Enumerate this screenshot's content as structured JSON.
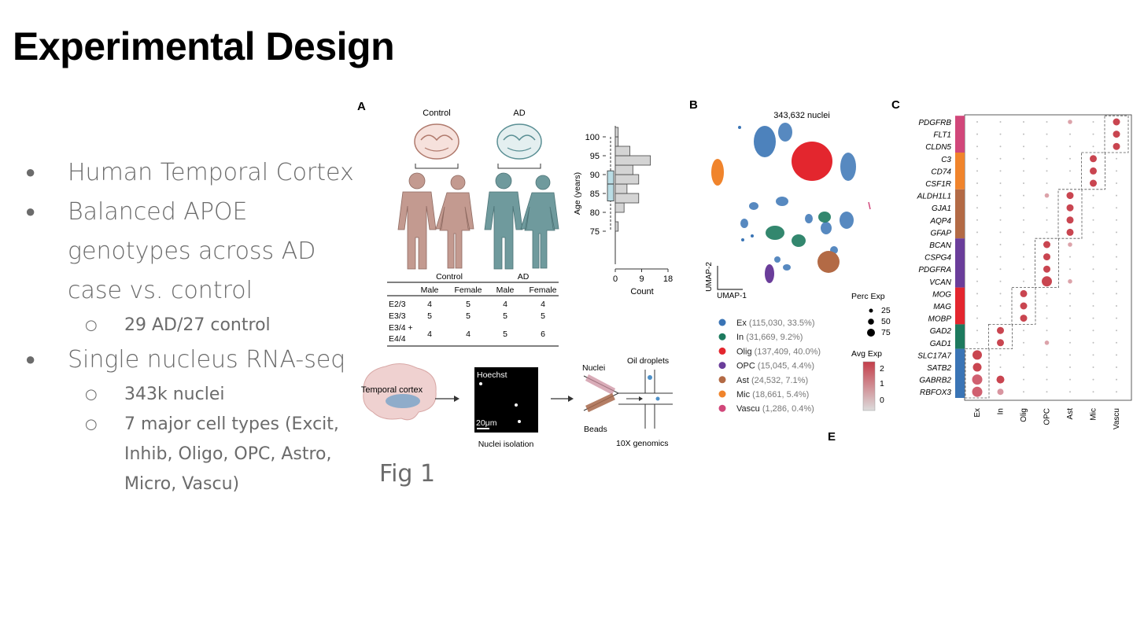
{
  "title": "Experimental Design",
  "bullets": [
    {
      "text": "Human Temporal Cortex",
      "sub": []
    },
    {
      "text_lines": [
        "Balanced APOE",
        "genotypes across AD",
        "case vs. control"
      ],
      "sub": [
        "29 AD/27 control"
      ]
    },
    {
      "text": "Single nucleus RNA-seq",
      "sub_lines": [
        [
          "343k nuclei"
        ],
        [
          "7 major cell types (Excit,",
          "Inhib, Oligo, OPC, Astro,",
          "Micro, Vascu)"
        ]
      ]
    }
  ],
  "figure_caption": "Fig 1",
  "panelA": {
    "label": "A",
    "control_label": "Control",
    "ad_label": "AD",
    "table": {
      "group_headers": [
        "Control",
        "AD"
      ],
      "col_headers": [
        "Male",
        "Female",
        "Male",
        "Female"
      ],
      "rows": [
        {
          "label": "E2/3",
          "values": [
            "4",
            "5",
            "4",
            "4"
          ]
        },
        {
          "label": "E3/3",
          "values": [
            "5",
            "5",
            "5",
            "5"
          ]
        },
        {
          "label_lines": [
            "E3/4 +",
            "E4/4"
          ],
          "values": [
            "4",
            "4",
            "5",
            "6"
          ]
        }
      ]
    },
    "histogram": {
      "ylabel": "Age (years)",
      "xlabel": "Count",
      "yticks": [
        "100",
        "95",
        "90",
        "85",
        "80",
        "75"
      ],
      "xticks": [
        "0",
        "9",
        "18"
      ],
      "bins": [
        {
          "age_low": 75,
          "age_high": 77.5,
          "count": 1
        },
        {
          "age_low": 80,
          "age_high": 82.5,
          "count": 3
        },
        {
          "age_low": 82.5,
          "age_high": 85,
          "count": 8
        },
        {
          "age_low": 85,
          "age_high": 87.5,
          "count": 4
        },
        {
          "age_low": 87.5,
          "age_high": 90,
          "count": 8
        },
        {
          "age_low": 90,
          "age_high": 92.5,
          "count": 6
        },
        {
          "age_low": 92.5,
          "age_high": 95,
          "count": 12
        },
        {
          "age_low": 95,
          "age_high": 97.5,
          "count": 5
        },
        {
          "age_low": 97.5,
          "age_high": 100,
          "count": 1
        },
        {
          "age_low": 100,
          "age_high": 102.5,
          "count": 1
        }
      ]
    },
    "workflow": {
      "step1": "Temporal cortex",
      "step2_top": "Hoechst",
      "step2_scale": "20μm",
      "step2_caption": "Nuclei isolation",
      "step3_nuclei": "Nuclei",
      "step3_droplets": "Oil droplets",
      "step3_beads": "Beads",
      "step3_caption": "10X genomics"
    }
  },
  "panelB": {
    "label": "B",
    "title": "343,632 nuclei",
    "axis_y": "UMAP-2",
    "axis_x": "UMAP-1",
    "legend": [
      {
        "name": "Ex",
        "detail": "(115,030, 33.5%)",
        "color": "#3a74b5"
      },
      {
        "name": "In",
        "detail": "(31,669, 9.2%)",
        "color": "#1d7a5e"
      },
      {
        "name": "Olig",
        "detail": "(137,409, 40.0%)",
        "color": "#e3262e"
      },
      {
        "name": "OPC",
        "detail": "(15,045, 4.4%)",
        "color": "#6a3d9a"
      },
      {
        "name": "Ast",
        "detail": "(24,532, 7.1%)",
        "color": "#b36a45"
      },
      {
        "name": "Mic",
        "detail": "(18,661, 5.4%)",
        "color": "#f0842c"
      },
      {
        "name": "Vascu",
        "detail": "(1,286, 0.4%)",
        "color": "#d1477a"
      }
    ],
    "perc_exp_title": "Perc Exp",
    "perc_exp_values": [
      "25",
      "50",
      "75"
    ],
    "avg_exp_title": "Avg Exp",
    "avg_exp_values": [
      "2",
      "1",
      "0"
    ]
  },
  "panelC": {
    "label": "C",
    "genes": [
      "PDGFRB",
      "FLT1",
      "CLDN5",
      "C3",
      "CD74",
      "CSF1R",
      "ALDH1L1",
      "GJA1",
      "AQP4",
      "GFAP",
      "BCAN",
      "CSPG4",
      "PDGFRA",
      "VCAN",
      "MOG",
      "MAG",
      "MOBP",
      "GAD2",
      "GAD1",
      "SLC17A7",
      "SATB2",
      "GABRB2",
      "RBFOX3"
    ],
    "cell_types": [
      "Ex",
      "In",
      "Olig",
      "OPC",
      "Ast",
      "Mic",
      "Vascu"
    ]
  },
  "panelE_label": "E"
}
